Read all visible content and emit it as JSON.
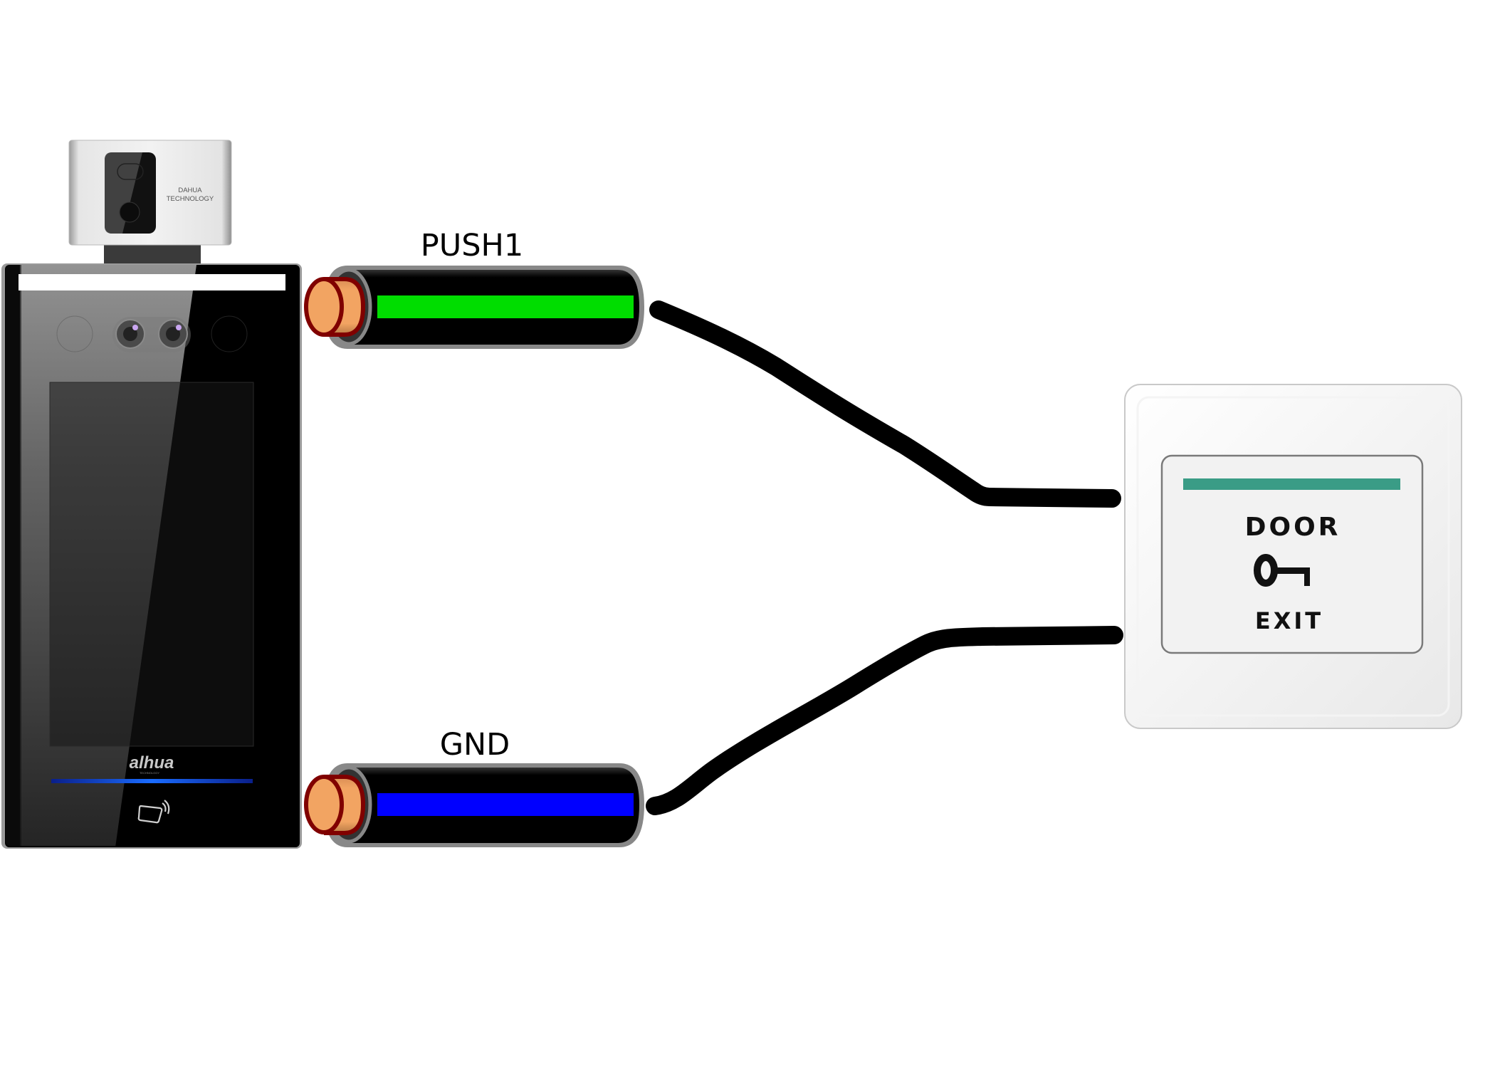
{
  "diagram": {
    "title": "Access controller exit button wiring",
    "device": {
      "name": "Face recognition access terminal",
      "sensor_brand_line1": "DAHUA",
      "sensor_brand_line2": "TECHNOLOGY",
      "logo_text": "alhua",
      "logo_subtext": "TECHNOLOGY",
      "card_reader_icon": "nfc-card-icon",
      "indicator_color": "#1050ff"
    },
    "wires": [
      {
        "label": "PUSH1",
        "stripe_color": "#00dd00",
        "connects_to": "exit-button"
      },
      {
        "label": "GND",
        "stripe_color": "#0000ff",
        "connects_to": "exit-button"
      }
    ],
    "exit_button": {
      "top_text": "DOOR",
      "bottom_text": "EXIT",
      "icon": "key-icon",
      "accent_color": "#3a9c86"
    },
    "colors": {
      "cable_jacket": "#000000",
      "cable_outline": "#888888",
      "copper": "#f2a462",
      "copper_outline": "#800000",
      "connector_wire": "#000000"
    }
  }
}
